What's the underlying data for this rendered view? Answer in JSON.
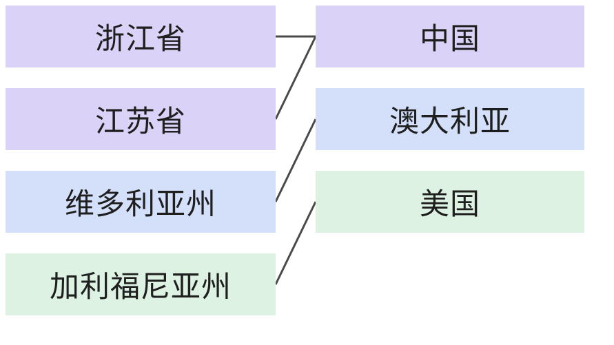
{
  "matching": {
    "left_items": [
      {
        "label": "浙江省",
        "color": "#dad3f7",
        "match": "中国"
      },
      {
        "label": "江苏省",
        "color": "#dad3f7",
        "match": "中国"
      },
      {
        "label": "维多利亚州",
        "color": "#d4e0fa",
        "match": "澳大利亚"
      },
      {
        "label": "加利福尼亚州",
        "color": "#def2e3",
        "match": "美国"
      }
    ],
    "right_items": [
      {
        "label": "中国",
        "color": "#dad3f7"
      },
      {
        "label": "澳大利亚",
        "color": "#d4e0fa"
      },
      {
        "label": "美国",
        "color": "#def2e3"
      }
    ],
    "connections": [
      {
        "from_label": "浙江省",
        "from_row": 0,
        "to_label": "中国",
        "to_row": 0
      },
      {
        "from_label": "江苏省",
        "from_row": 1,
        "to_label": "中国",
        "to_row": 0
      },
      {
        "from_label": "维多利亚州",
        "from_row": 2,
        "to_label": "澳大利亚",
        "to_row": 1
      },
      {
        "from_label": "加利福尼亚州",
        "from_row": 3,
        "to_label": "美国",
        "to_row": 2
      }
    ],
    "line_color": "#4a4a4a",
    "text_color": "#1f1f1f"
  }
}
